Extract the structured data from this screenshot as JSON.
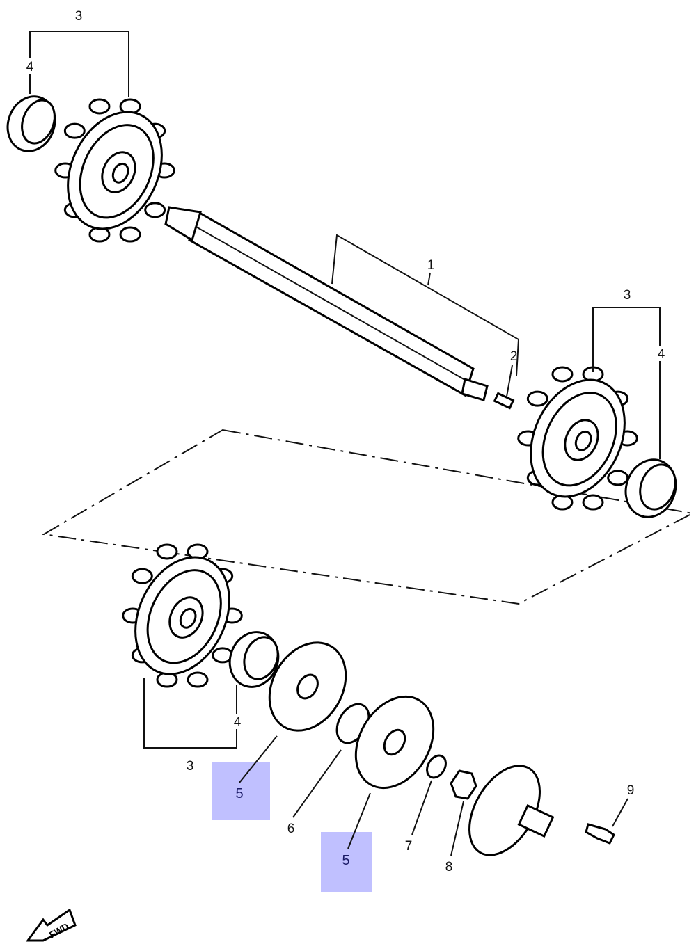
{
  "diagram": {
    "callouts": {
      "top_left_sprocket_set": "3",
      "top_left_bearing": "4",
      "shaft": "1",
      "pin": "2",
      "right_sprocket_set": "3",
      "right_bearing": "4",
      "bottom_sprocket_set": "3",
      "bottom_bearing": "4",
      "plate_1": "5",
      "bearing_6": "6",
      "plate_2": "5",
      "washer": "7",
      "nut": "8",
      "bolt": "9"
    },
    "highlighted_callouts": [
      "5",
      "5"
    ],
    "highlight_color": "#c0c0ff",
    "fwd_label": "FWD"
  }
}
